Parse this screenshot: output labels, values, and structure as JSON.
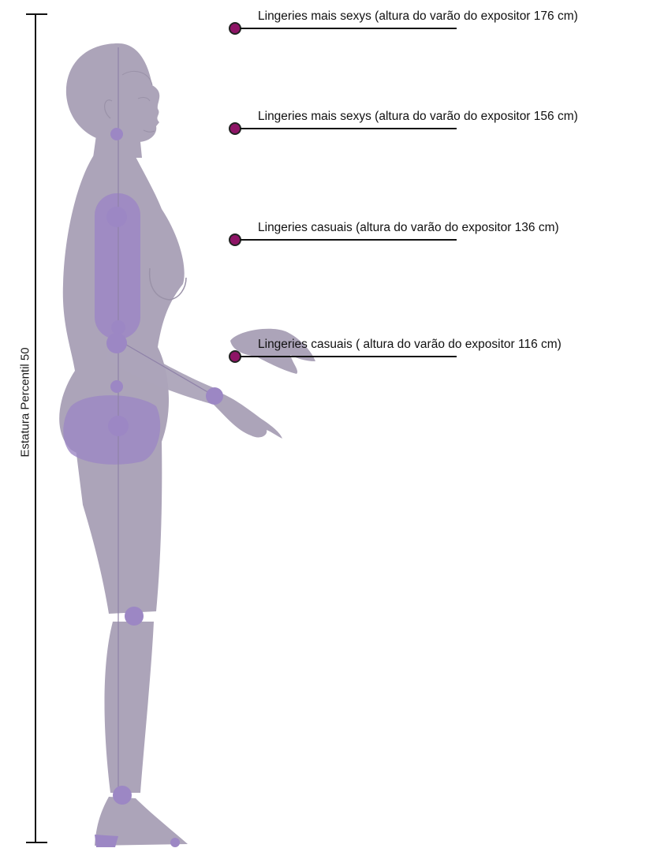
{
  "figure": {
    "vertical_label": "Estatura Percentil 50",
    "body_color": "#aca4b9",
    "joint_color": "#9c87c4",
    "marker_color": "#8e1466",
    "annotations": [
      {
        "text": "Lingeries mais sexys (altura do varão do expositor 176 cm)"
      },
      {
        "text": "Lingeries mais sexys (altura do varão do expositor 156 cm)"
      },
      {
        "text": "Lingeries casuais (altura do varão do expositor 136 cm)"
      },
      {
        "text": "Lingeries casuais ( altura do varão do expositor 116 cm)"
      }
    ]
  }
}
